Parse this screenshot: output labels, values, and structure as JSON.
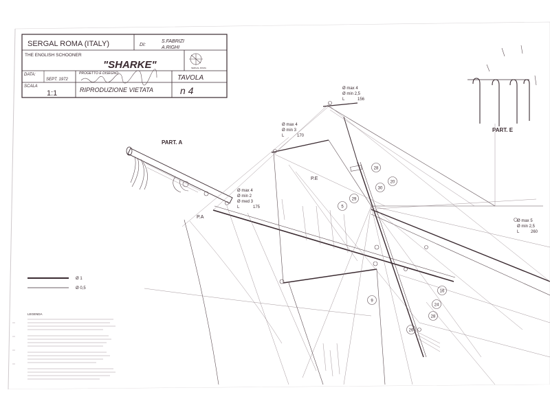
{
  "title_block": {
    "maker": "SERGAL ROMA (ITALY)",
    "designer_label": "DI:",
    "designer_1": "S.FABRIZI",
    "designer_2": "A.RIGHI",
    "subtitle": "THE ENGLISH SCHOONER",
    "ship_name": "\"SHARKE\"",
    "data_label": "DATA:",
    "data_value": "SEPT. 1972",
    "progetto_label": "PROGETTO E DISEGNO:",
    "scala_label": "SCALA",
    "scala_value": "1:1",
    "reproduction": "RIPRODUZIONE VIETATA",
    "tavola_label": "TAVOLA",
    "tavola_value": "n 4"
  },
  "parts": {
    "part_a": "PART. A",
    "part_e": "PART. E",
    "pa": "P.A",
    "pe": "P.E"
  },
  "specs": [
    {
      "l1": "Ø max 4",
      "l2": "Ø min 2,5",
      "l3": "L",
      "l3v": "156"
    },
    {
      "l1": "Ø max 4",
      "l2": "Ø min 3",
      "l3": "L",
      "l3v": "170"
    },
    {
      "l1": "Ø max 4",
      "l2": "Ø min 2",
      "l3": "Ø med 3",
      "l4": "L",
      "l4v": "175"
    },
    {
      "l1": "Ø max 5",
      "l2": "Ø min 2,5",
      "l3": "L",
      "l3v": "260"
    }
  ],
  "circles": [
    "28",
    "20",
    "30",
    "29",
    "5",
    "9",
    "16",
    "24",
    "28",
    "26"
  ],
  "line_legend": {
    "thick": "Ø 1",
    "thin": "Ø 0,5"
  },
  "legenda": {
    "title": "LEGENDA"
  },
  "colors": {
    "ink": "#3a2a30",
    "paper": "#ffffff"
  }
}
